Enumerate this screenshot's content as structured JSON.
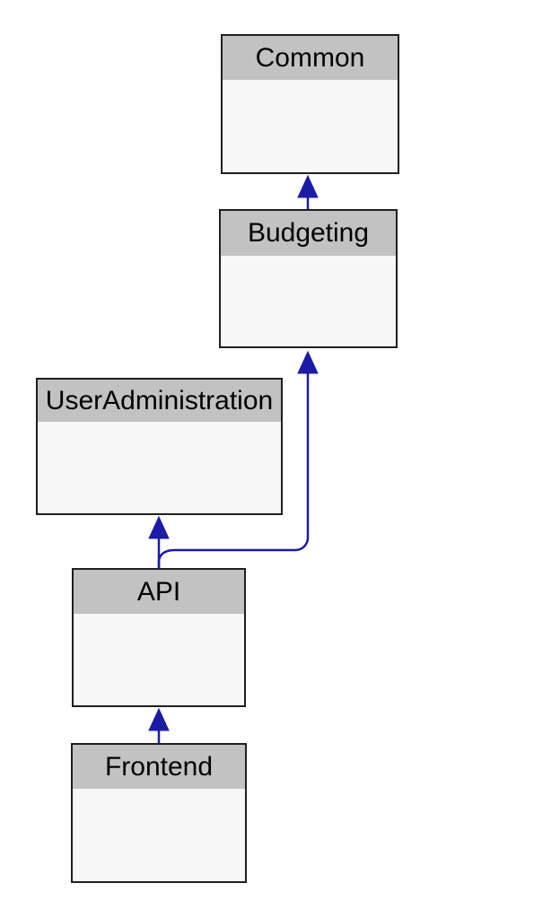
{
  "diagram": {
    "type": "module-dependency-graph",
    "nodes": [
      {
        "id": "common",
        "label": "Common"
      },
      {
        "id": "budgeting",
        "label": "Budgeting"
      },
      {
        "id": "useradministration",
        "label": "UserAdministration"
      },
      {
        "id": "api",
        "label": "API"
      },
      {
        "id": "frontend",
        "label": "Frontend"
      }
    ],
    "edges": [
      {
        "from": "budgeting",
        "to": "common",
        "style": "solid-arrow"
      },
      {
        "from": "api",
        "to": "user_administration",
        "style": "solid-arrow"
      },
      {
        "from": "api",
        "to": "budgeting",
        "style": "solid-arrow"
      },
      {
        "from": "frontend",
        "to": "api",
        "style": "solid-arrow"
      }
    ],
    "colors": {
      "background": "#ffffff",
      "node_header": "#c2c2c2",
      "node_body": "#f7f7f7",
      "node_border": "#1f1f1f",
      "edge": "#1b1ba6",
      "label_text": "#000000"
    }
  }
}
